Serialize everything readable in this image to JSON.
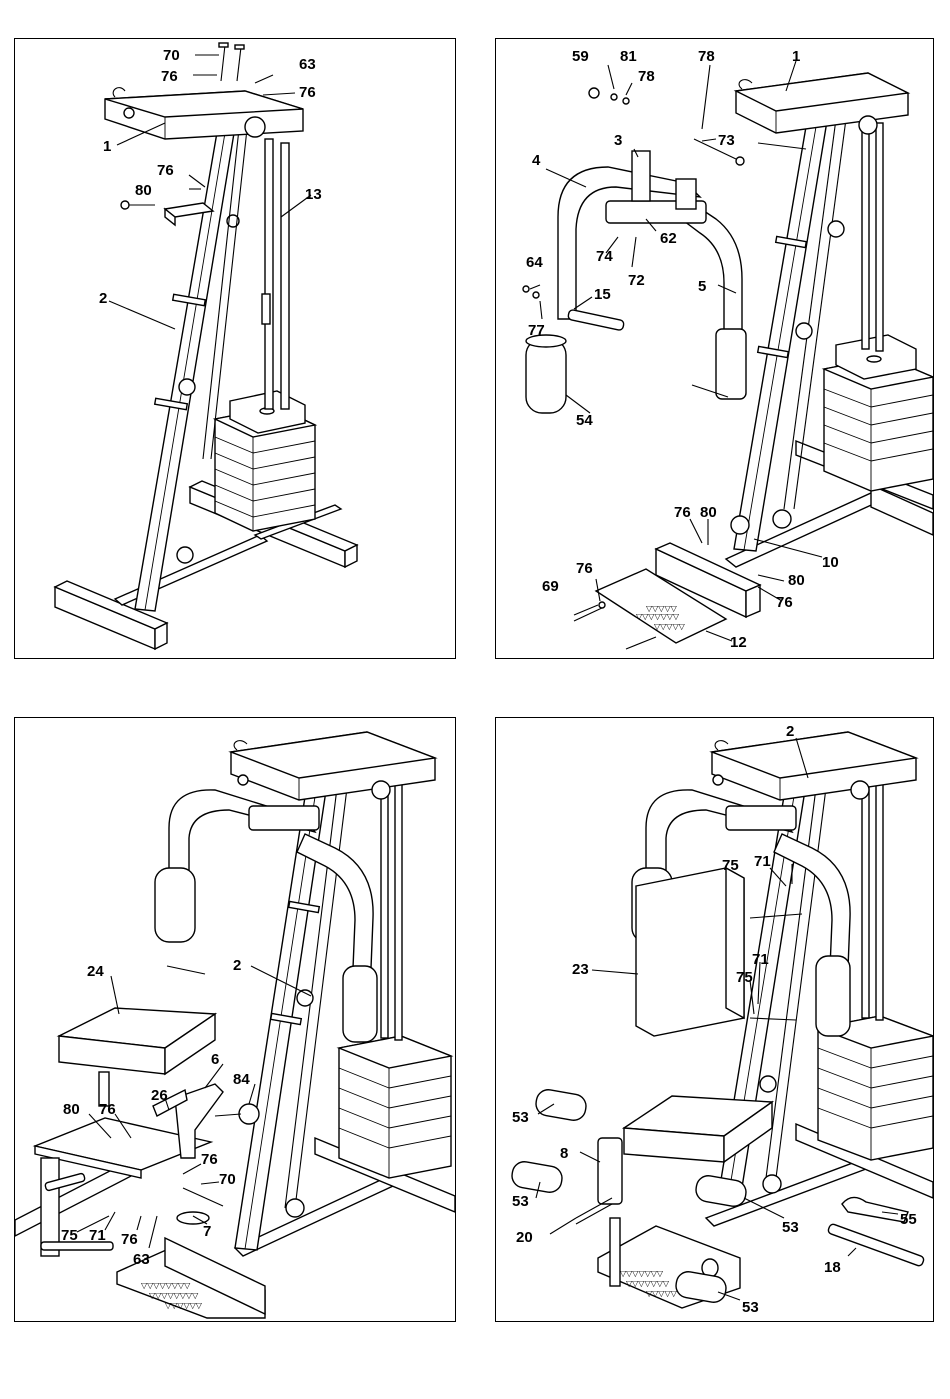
{
  "panels": [
    {
      "id": "step-1",
      "labels": [
        "70",
        "76",
        "63",
        "76",
        "1",
        "76",
        "80",
        "13",
        "2"
      ]
    },
    {
      "id": "step-2",
      "labels": [
        "59",
        "81",
        "78",
        "78",
        "1",
        "3",
        "73",
        "4",
        "62",
        "74",
        "72",
        "64",
        "15",
        "5",
        "77",
        "54",
        "76",
        "80",
        "10",
        "76",
        "69",
        "80",
        "76",
        "12"
      ]
    },
    {
      "id": "step-3",
      "labels": [
        "2",
        "24",
        "6",
        "84",
        "26",
        "80",
        "76",
        "76",
        "70",
        "75",
        "71",
        "76",
        "7",
        "63"
      ]
    },
    {
      "id": "step-4",
      "labels": [
        "2",
        "75",
        "71",
        "23",
        "71",
        "75",
        "53",
        "8",
        "53",
        "53",
        "20",
        "55",
        "18",
        "53"
      ]
    }
  ]
}
